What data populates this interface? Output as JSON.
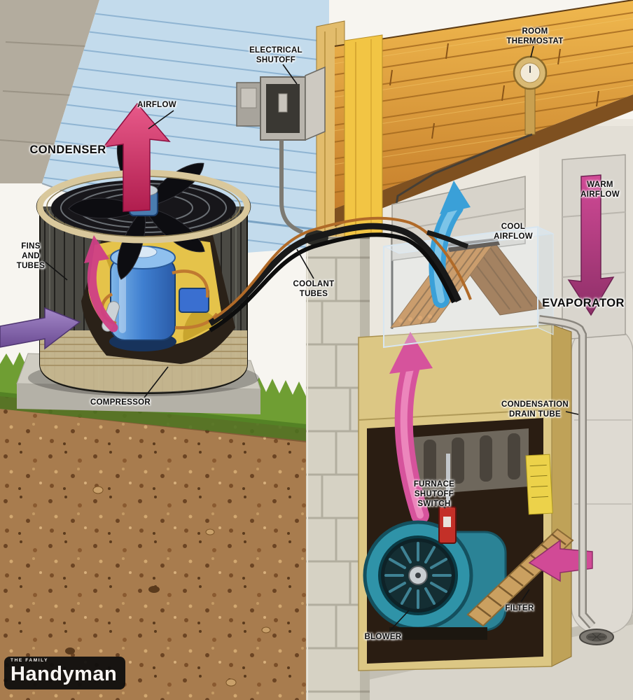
{
  "labels": {
    "airflow": "AIRFLOW",
    "condenser": "CONDENSER",
    "electrical_shutoff": "ELECTRICAL\nSHUTOFF",
    "room_thermostat": "ROOM\nTHERMOSTAT",
    "warm_airflow": "WARM\nAIRFLOW",
    "cool_airflow": "COOL\nAIRFLOW",
    "evaporator": "EVAPORATOR",
    "fins_and_tubes": "FINS\nAND\nTUBES",
    "coolant_tubes": "COOLANT\nTUBES",
    "compressor": "COMPRESSOR",
    "condensation_drain_tube": "CONDENSATION\nDRAIN TUBE",
    "furnace_shutoff_switch": "FURNACE\nSHUTOFF\nSWITCH",
    "filter": "FILTER",
    "blower": "BLOWER"
  },
  "logo": {
    "brand_small": "THE FAMILY",
    "brand": "Handyman"
  },
  "palette": {
    "warm_arrow": "#c2387f",
    "cool_arrow": "#3aa0d8",
    "intake_arrow": "#8a6ab2",
    "exhaust_arrow": "#c9265c",
    "siding": "#c3dbec",
    "furnace_cabinet": "#dcc784",
    "grass": "#6f9e33",
    "soil": "#a87c4e",
    "copper_tube": "#c07a30",
    "compressor_blue": "#3f7fd0",
    "blower_teal": "#2f93a8"
  }
}
